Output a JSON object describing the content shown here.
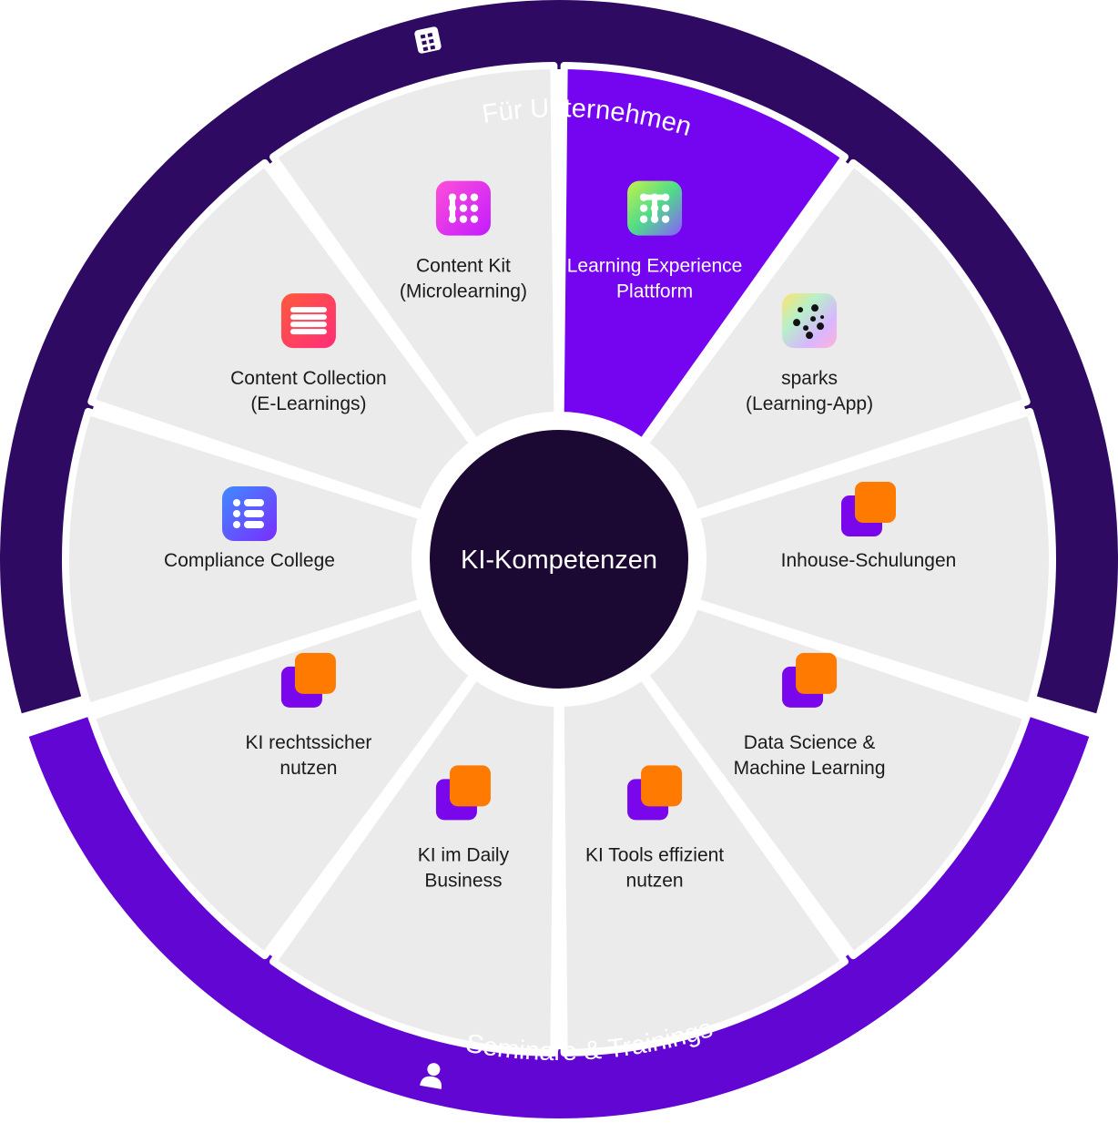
{
  "ring": {
    "top_label": "Für Unternehmen",
    "top_icon": "building-icon",
    "bottom_label": "Seminare & Trainings",
    "bottom_icon": "person-icon",
    "top_color": "#2f0a63",
    "bottom_color": "#6206d4"
  },
  "center": {
    "label": "KI-Kompetenzen",
    "color": "#1b0833"
  },
  "colors": {
    "segment": "#ebebeb",
    "active_segment": "#7504f1",
    "training_back": "#7a06ec",
    "training_front": "#ff7a00"
  },
  "segments": [
    {
      "id": "content-kit",
      "lines": [
        "Content Kit",
        "(Microlearning)"
      ],
      "icon": "content-kit-app-icon",
      "active": false
    },
    {
      "id": "learning-experience-platform",
      "lines": [
        "Learning Experience",
        "Plattform"
      ],
      "icon": "lxp-app-icon",
      "active": true
    },
    {
      "id": "sparks",
      "lines": [
        "sparks",
        "(Learning-App)"
      ],
      "icon": "sparks-app-icon",
      "active": false
    },
    {
      "id": "inhouse-schulungen",
      "lines": [
        "Inhouse-Schulungen"
      ],
      "icon": "training-icon",
      "active": false
    },
    {
      "id": "data-science",
      "lines": [
        "Data Science &",
        "Machine Learning"
      ],
      "icon": "training-icon",
      "active": false
    },
    {
      "id": "ki-tools",
      "lines": [
        "KI Tools effizient",
        "nutzen"
      ],
      "icon": "training-icon",
      "active": false
    },
    {
      "id": "ki-daily-business",
      "lines": [
        "KI im Daily",
        "Business"
      ],
      "icon": "training-icon",
      "active": false
    },
    {
      "id": "ki-rechtssicher",
      "lines": [
        "KI rechtssicher",
        "nutzen"
      ],
      "icon": "training-icon",
      "active": false
    },
    {
      "id": "compliance-college",
      "lines": [
        "Compliance College"
      ],
      "icon": "compliance-app-icon",
      "active": false
    },
    {
      "id": "content-collection",
      "lines": [
        "Content Collection",
        "(E-Learnings)"
      ],
      "icon": "content-collection-app-icon",
      "active": false
    }
  ]
}
